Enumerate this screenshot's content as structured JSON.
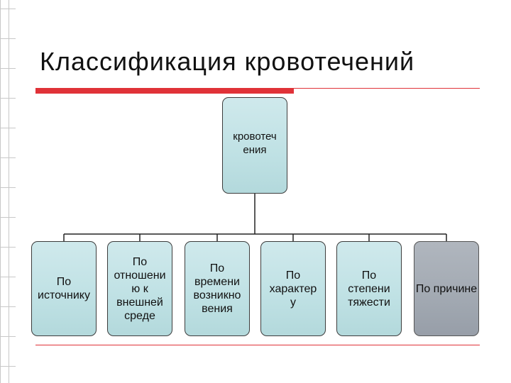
{
  "slide": {
    "title": "Классификация кровотечений"
  },
  "diagram": {
    "root": {
      "label": "кровотеч\nения"
    },
    "children": [
      {
        "label": "По\nисточнику"
      },
      {
        "label": "По\nотношени\nю к\nвнешней\nсреде"
      },
      {
        "label": "По\nвремени\nвозникно\nвения"
      },
      {
        "label": "По\nхарактер\nу"
      },
      {
        "label": "По\nстепени\nтяжести"
      },
      {
        "label": "По причине"
      }
    ]
  },
  "colors": {
    "accent_red": "#e03238",
    "box_fill": "#bfe1e4",
    "box_fill_highlight": "#a2a9b2"
  }
}
